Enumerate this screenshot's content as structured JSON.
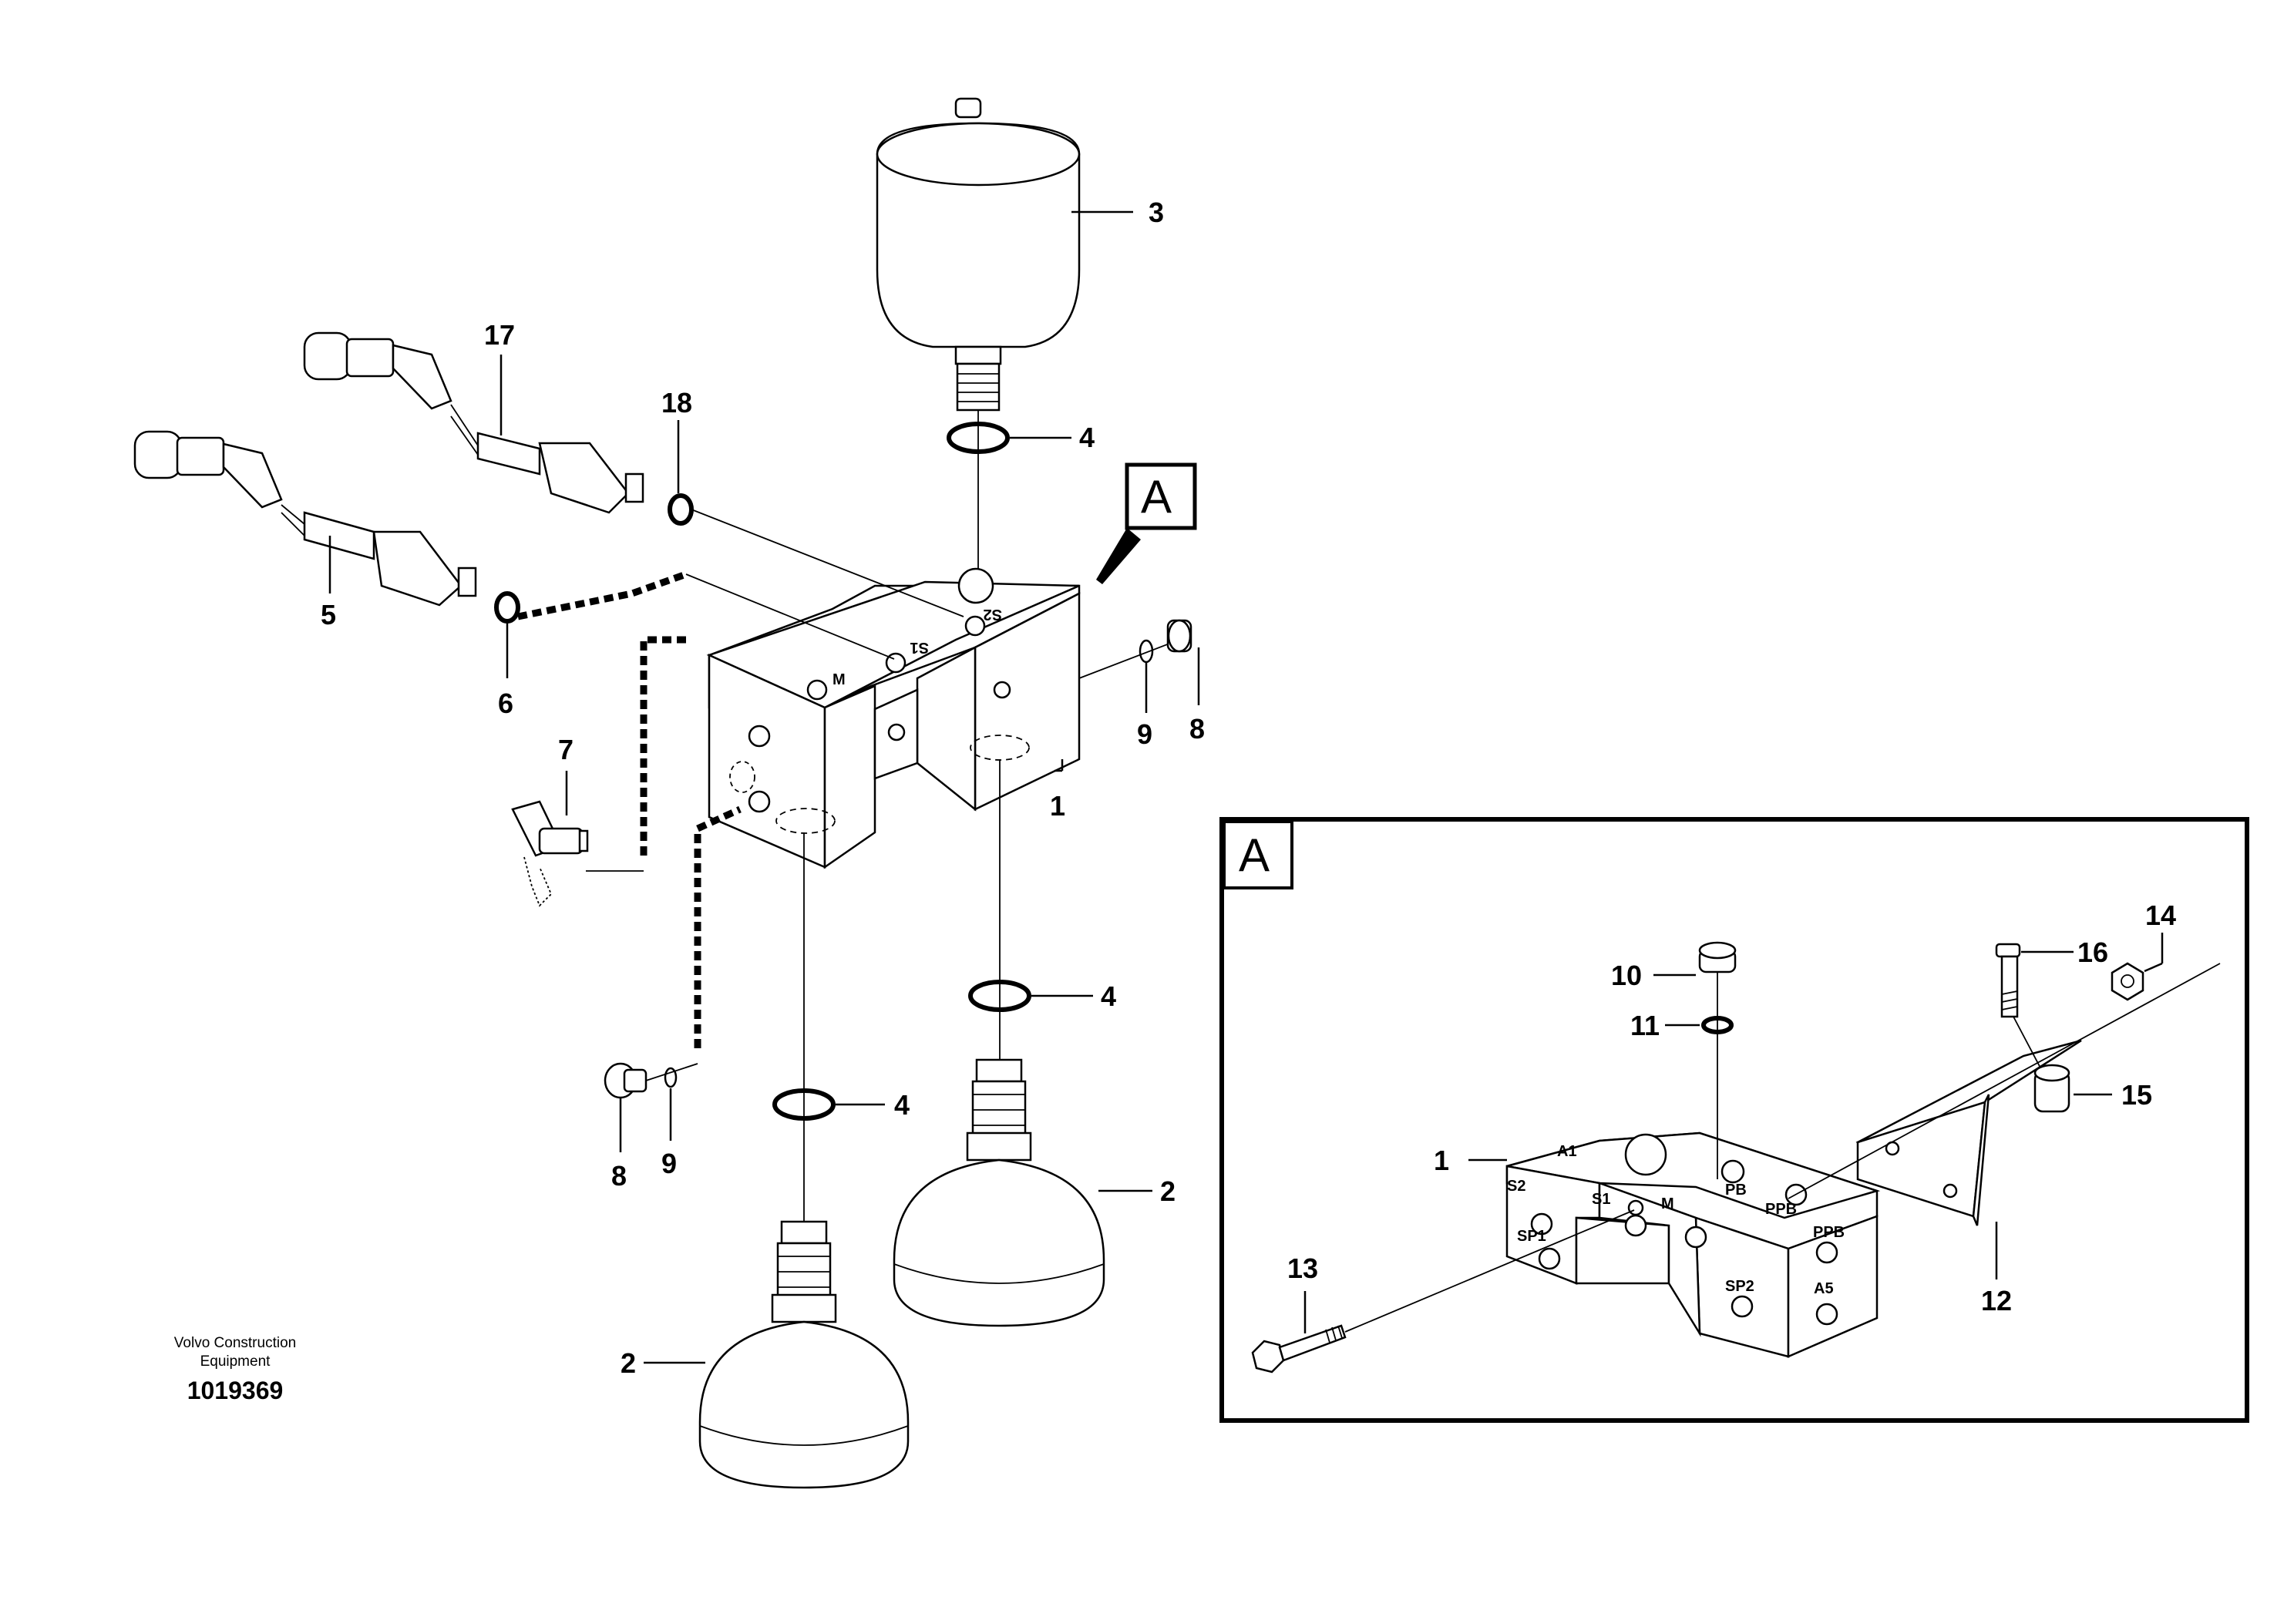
{
  "callouts": {
    "c1": "1",
    "c2a": "2",
    "c2b": "2",
    "c3": "3",
    "c4a": "4",
    "c4b": "4",
    "c4c": "4",
    "c5": "5",
    "c6": "6",
    "c7": "7",
    "c8a": "8",
    "c8b": "8",
    "c9a": "9",
    "c9b": "9",
    "c17": "17",
    "c18": "18"
  },
  "view_marker": "A",
  "detail": {
    "label": "A",
    "callouts": {
      "c1": "1",
      "c10": "10",
      "c11": "11",
      "c12": "12",
      "c13": "13",
      "c14": "14",
      "c15": "15",
      "c16": "16"
    },
    "ports": {
      "a1": "A1",
      "s2": "S2",
      "s1": "S1",
      "m": "M",
      "pb": "PB",
      "ppb_top": "PPB",
      "sp1": "SP1",
      "ppb_front": "PPB",
      "sp2": "SP2",
      "a5": "A5"
    }
  },
  "block_ports": {
    "s2": "S2",
    "s1": "S1",
    "m": "M"
  },
  "credit": {
    "line1": "Volvo Construction",
    "line2": "Equipment"
  },
  "drawing_number": "1019369",
  "icons": [
    "accumulator",
    "o-ring",
    "hose-assembly",
    "test-nipple",
    "plug",
    "valve-block",
    "bracket",
    "screw",
    "nut",
    "spacer"
  ]
}
